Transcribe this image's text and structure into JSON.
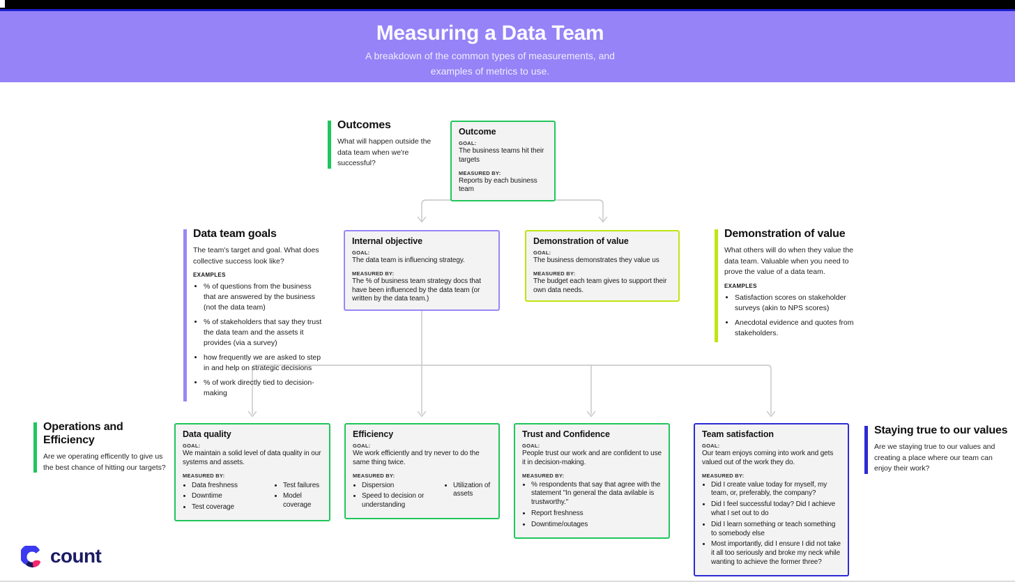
{
  "header": {
    "title": "Measuring a Data Team",
    "subtitle": "A breakdown of the common types of measurements, and examples of metrics to use."
  },
  "labels": {
    "goal": "GOAL:",
    "measured_by": "MEASURED BY:",
    "examples": "EXAMPLES"
  },
  "sections": {
    "outcomes": {
      "title": "Outcomes",
      "description": "What will happen outside the data team when we're successful?"
    },
    "data_team_goals": {
      "title": "Data team goals",
      "description": "The team's target and goal. What does collective success look like?",
      "examples": [
        "% of questions from the business that are answered by the business (not the data team)",
        "% of stakeholders that say they trust the data team and the assets it provides (via a survey)",
        "how frequently we are asked to step in and help on strategic decisions",
        "% of work directly tied to decision-making"
      ]
    },
    "demonstration_of_value": {
      "title": "Demonstration of value",
      "description": "What others will do when they value the data team. Valuable when you need to prove the value of a data team.",
      "examples": [
        "Satisfaction scores on stakeholder surveys (akin to NPS scores)",
        "Anecdotal evidence and quotes from stakeholders."
      ]
    },
    "operations_efficiency": {
      "title": "Operations and Efficiency",
      "description": "Are we operating efficently to give us the best chance of hitting our targets?"
    },
    "staying_true": {
      "title": "Staying true to our values",
      "description": "Are we staying true to our values and creating a place where our team can enjoy their work?"
    }
  },
  "boxes": {
    "outcome": {
      "title": "Outcome",
      "goal": "The business teams hit their targets",
      "measured_by": "Reports by each business team"
    },
    "internal_objective": {
      "title": "Internal objective",
      "goal": "The data team is influencing strategy.",
      "measured_by": "The % of business team strategy docs that have been influenced by the data team (or written by the data team.)"
    },
    "demonstration_of_value": {
      "title": "Demonstration of value",
      "goal": "The business demonstrates they value us",
      "measured_by": "The budget each team gives to support their own data needs."
    },
    "data_quality": {
      "title": "Data quality",
      "goal": "We maintain a solid level of data quality in our systems and assets.",
      "measured_by_col1": [
        "Data freshness",
        "Downtime",
        "Test coverage"
      ],
      "measured_by_col2": [
        "Test failures",
        "Model coverage"
      ]
    },
    "efficiency": {
      "title": "Efficiency",
      "goal": "We work efficiently and try never to do the same thing twice.",
      "measured_by_col1": [
        "Dispersion",
        "Speed to decision or understanding"
      ],
      "measured_by_col2": [
        "Utilization of assets"
      ]
    },
    "trust_and_confidence": {
      "title": "Trust and Confidence",
      "goal": "People trust our work and are confident to use it in decision-making.",
      "measured_by_list": [
        "% respondents that say that agree with the statement \"In general the data avilable is trustworthy.\"",
        "Report freshness",
        "Downtime/outages"
      ]
    },
    "team_satisfaction": {
      "title": "Team satisfaction",
      "goal": "Our team enjoys coming into work and gets valued out of the work they do.",
      "measured_by_list": [
        "Did I create value today for myself, my team, or, preferably, the company?",
        "Did I feel successful today? Did I achieve what I set out to do",
        "Did I learn something or teach something to somebody else",
        "Most importantly, did I ensure I did not take it all too seriously and broke my neck while wanting to achieve the former three?"
      ]
    }
  },
  "logo": {
    "wordmark": "count"
  },
  "colors": {
    "green": "#1fc65b",
    "purple": "#9787f4",
    "lime": "#bfe512",
    "blue": "#2b2bd4",
    "header_bg": "#9583f7",
    "header_stripe": "#1f1fd0",
    "top_bar": "#000000",
    "box_bg": "#f3f3f3",
    "connector": "#c4c4c4",
    "logo_navy": "#1b1c63",
    "logo_blue": "#3a3af0",
    "logo_pink": "#f5286e"
  }
}
